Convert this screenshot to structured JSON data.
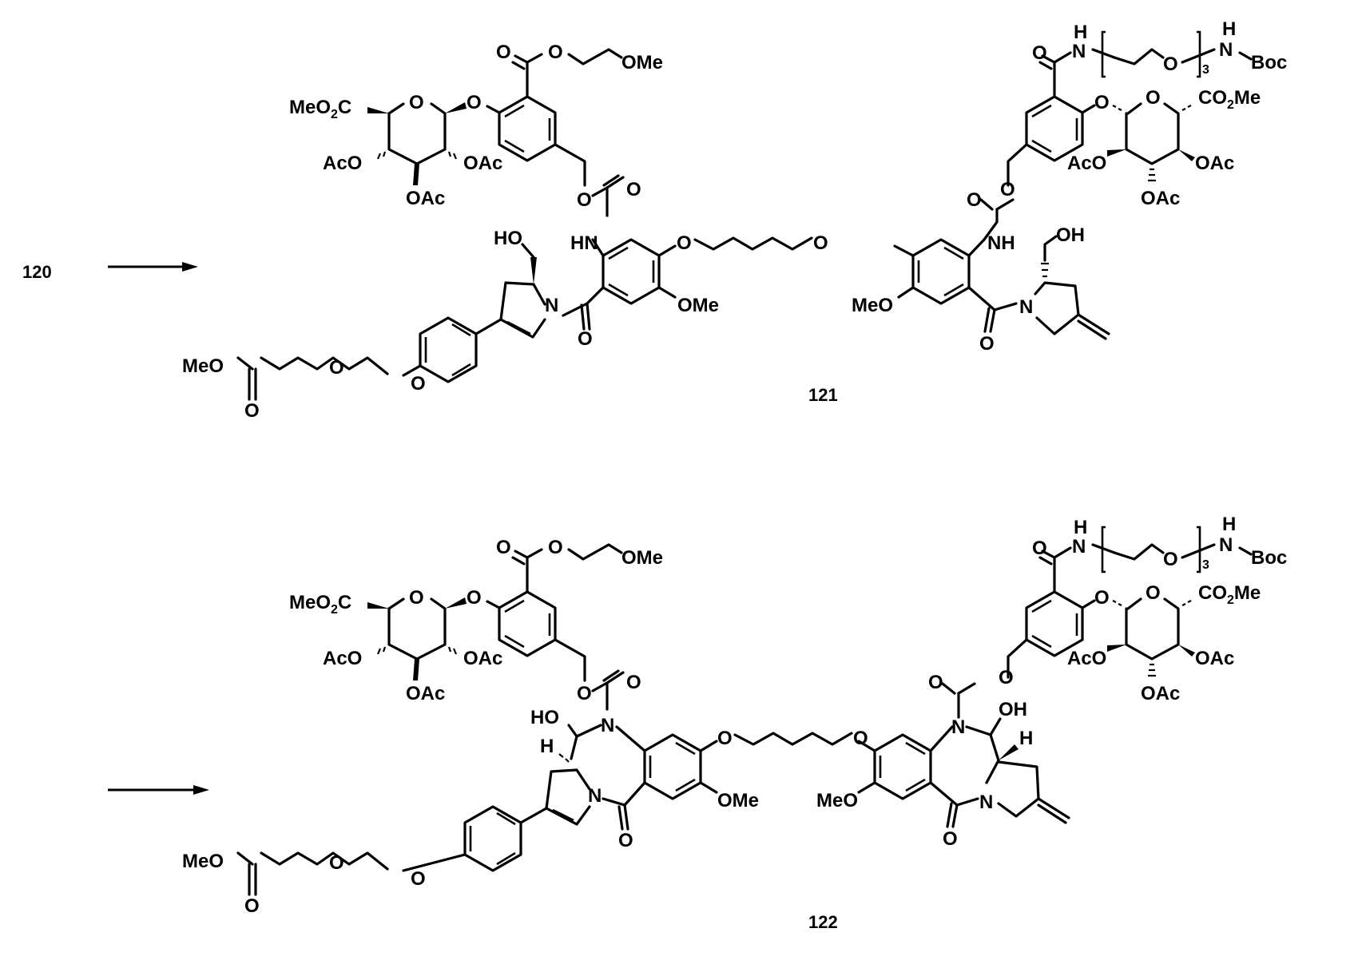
{
  "scheme": {
    "starting_material": "120",
    "steps": [
      {
        "from": "120",
        "to": "121"
      },
      {
        "from": "121",
        "to": "122"
      }
    ]
  },
  "compound_121": {
    "label": "121",
    "left_half": {
      "ester_top": "O",
      "ester_o": "O",
      "ome_chain": "OMe",
      "sugar_co2me": "MeO",
      "sugar_co2me_sub": "2",
      "sugar_co2me_c": "C",
      "ring_o": "O",
      "glycosidic_o": "O",
      "aco": "AcO",
      "oac_right": "OAc",
      "oac_bottom": "OAc",
      "carbamate_o1": "O",
      "carbamate_o2": "O",
      "hn": "HN",
      "ho": "HO",
      "n_pyrrole": "N",
      "amide_o": "O",
      "aryl_ether_o": "O",
      "ome_ring": "OMe",
      "meo_ester": "MeO",
      "ester_carbonyl_o": "O",
      "peg_o1": "O",
      "peg_o2": "O"
    },
    "right_half": {
      "amide_o": "O",
      "nh_h": "H",
      "nh_n": "N",
      "peg_o": "O",
      "repeat_n": "3",
      "boc_h": "H",
      "boc_n": "N",
      "boc": "Boc",
      "glycosidic_o": "O",
      "ring_o": "O",
      "co2me": "CO",
      "co2me_sub": "2",
      "co2me_me": "Me",
      "aco": "AcO",
      "oac_right": "OAc",
      "oac_bottom": "OAc",
      "carbamate_o1": "O",
      "carbamate_o2": "O",
      "nh": "NH",
      "oh": "OH",
      "n_pyrrolidine": "N",
      "amide_o2": "O",
      "aryl_ether_o": "O",
      "meo_ring": "MeO"
    }
  },
  "compound_122": {
    "label": "122",
    "left_half": {
      "ester_top": "O",
      "ester_o": "O",
      "ome_chain": "OMe",
      "sugar_co2me": "MeO",
      "sugar_co2me_sub": "2",
      "sugar_co2me_c": "C",
      "ring_o": "O",
      "glycosidic_o": "O",
      "aco": "AcO",
      "oac_right": "OAc",
      "oac_bottom": "OAc",
      "carbamate_o1": "O",
      "carbamate_o2": "O",
      "ho": "HO",
      "h": "H",
      "n_carbamate": "N",
      "n_pyrrole": "N",
      "lactam_o": "O",
      "aryl_ether_o": "O",
      "ome_ring": "OMe",
      "meo_ester": "MeO",
      "ester_carbonyl_o": "O",
      "peg_o1": "O",
      "peg_o2": "O"
    },
    "right_half": {
      "amide_o": "O",
      "nh_h": "H",
      "nh_n": "N",
      "peg_o": "O",
      "repeat_n": "3",
      "boc_h": "H",
      "boc_n": "N",
      "boc": "Boc",
      "glycosidic_o": "O",
      "ring_o": "O",
      "co2me": "CO",
      "co2me_sub": "2",
      "co2me_me": "Me",
      "aco": "AcO",
      "oac_right": "OAc",
      "oac_bottom": "OAc",
      "carbamate_o1": "O",
      "carbamate_o2": "O",
      "oh": "OH",
      "h": "H",
      "n_carbamate": "N",
      "n_pyrrolidine": "N",
      "lactam_o": "O",
      "aryl_ether_o": "O",
      "meo_ring": "MeO"
    }
  },
  "colors": {
    "ink": "#000000",
    "background": "#ffffff"
  }
}
